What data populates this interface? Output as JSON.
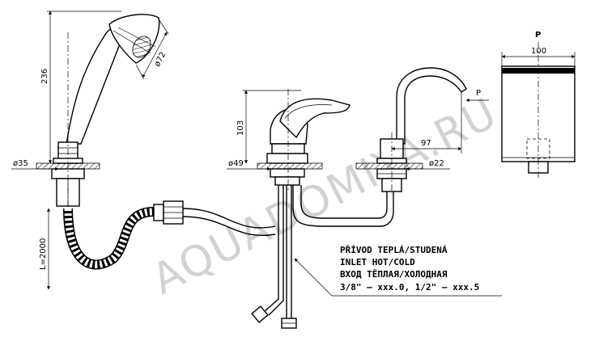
{
  "dimensions": {
    "shower_head_height": "236",
    "shower_head_diameter": "ø72",
    "shower_base_diameter": "ø35",
    "hose_length": "L=2000",
    "mixer_height": "103",
    "mixer_base_diameter": "ø49",
    "spout_reach": "97",
    "spout_base_diameter": "ø22",
    "side_view_width": "100",
    "view_label": "P"
  },
  "note_lines": [
    "PŘÍVOD TEPLÁ/STUDENÁ",
    "INLET HOT/COLD",
    "ВХОД ТЁПЛАЯ/ХОЛОДНАЯ",
    "3/8\" – xxx.0, 1/2\" – xxx.5"
  ],
  "watermark": "AQUADOMIYA.RU"
}
